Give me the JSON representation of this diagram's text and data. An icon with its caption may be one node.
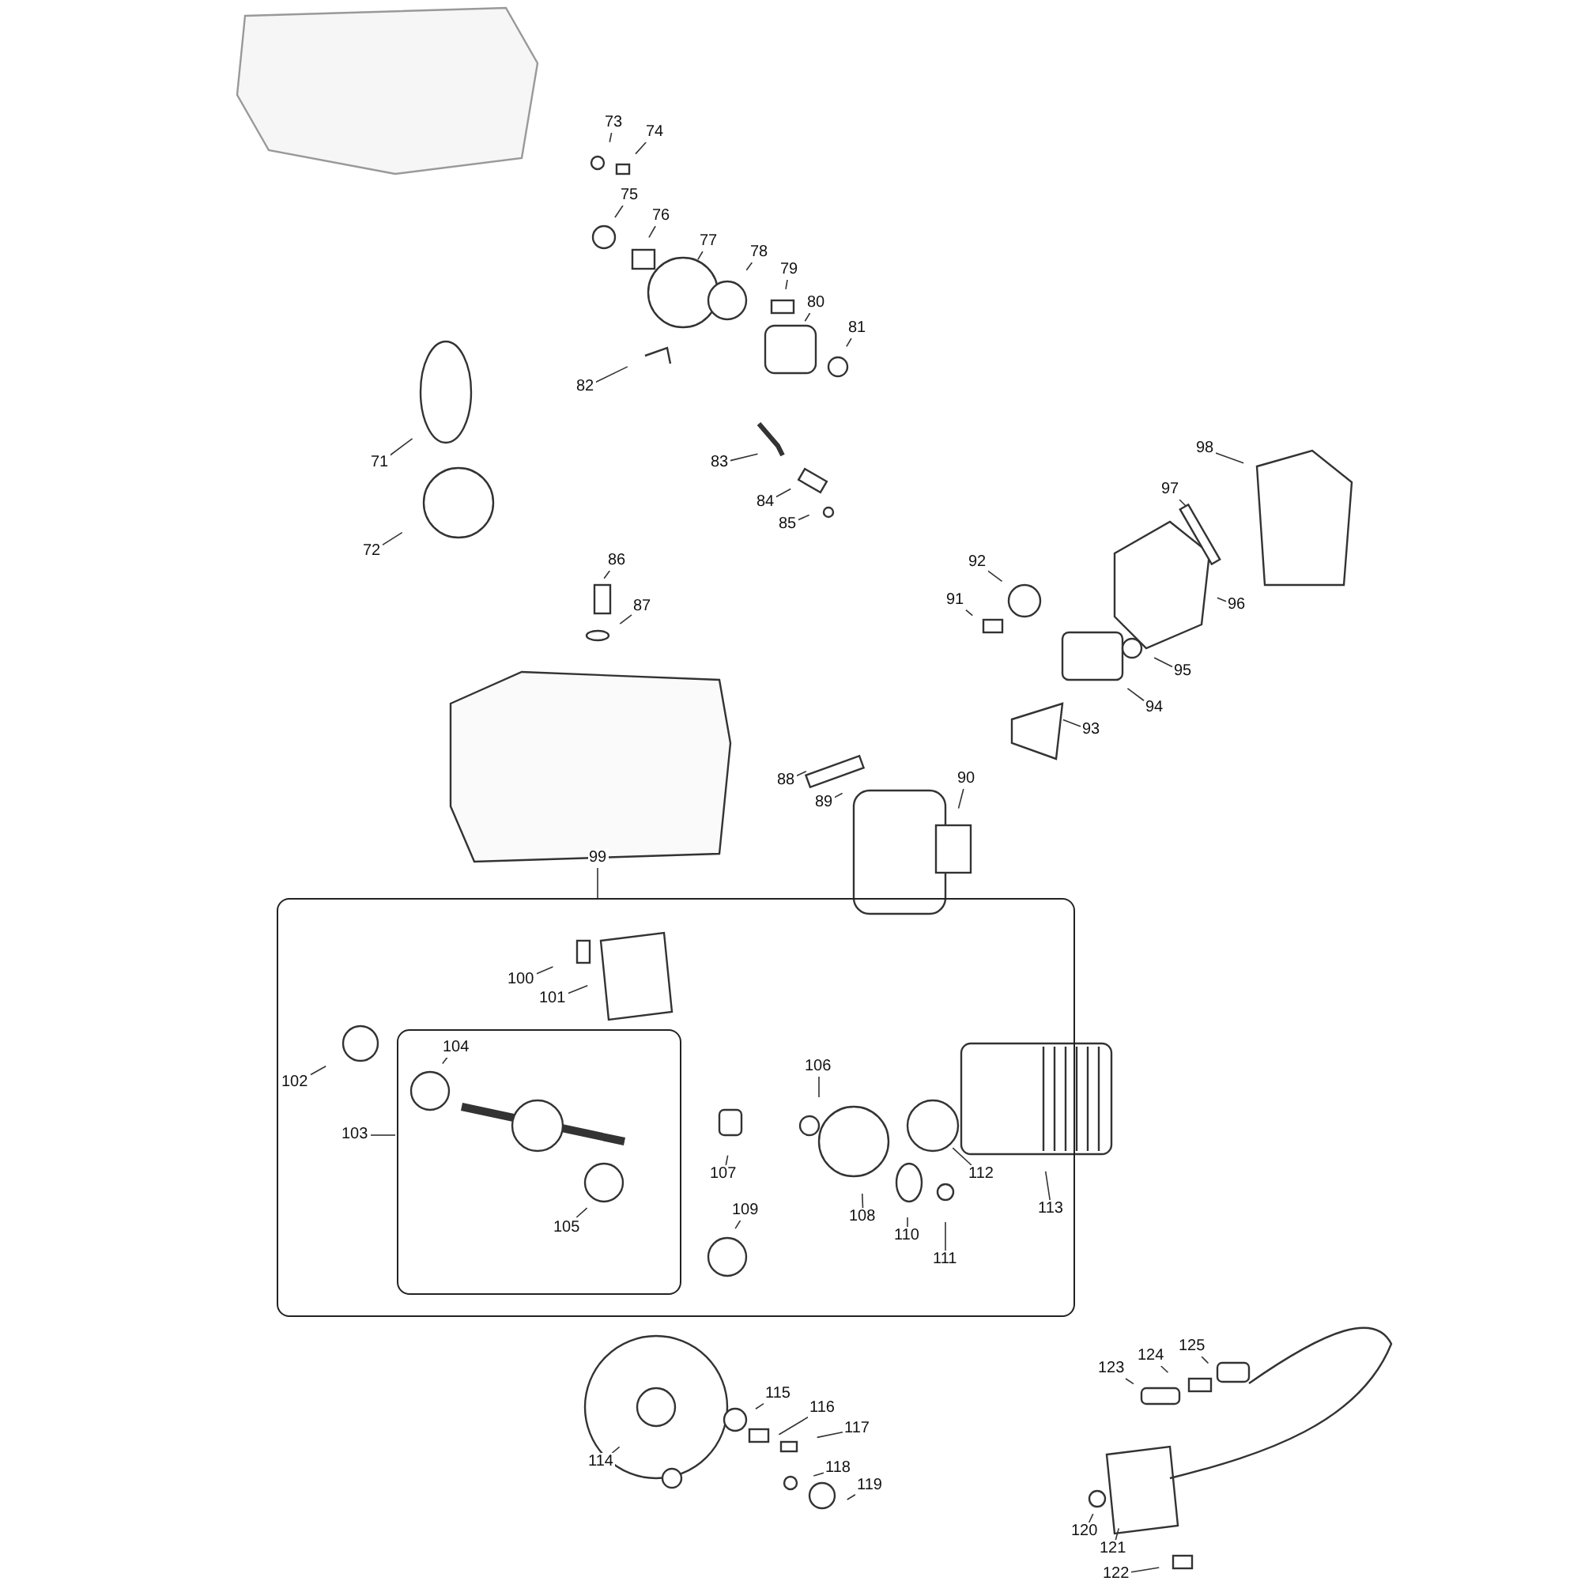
{
  "diagram": {
    "nodes": [
      {
        "text": [],
        "shape": "box"
      },
      {
        "text": [],
        "shape": "box",
        "in": 0
      },
      {
        "text": [
          "71"
        ]
      },
      {
        "text": [
          "72"
        ]
      },
      {
        "text": [
          "73"
        ]
      },
      {
        "text": [
          "74"
        ]
      },
      {
        "text": [
          "75"
        ]
      },
      {
        "text": [
          "76"
        ]
      },
      {
        "text": [
          "77"
        ]
      },
      {
        "text": [
          "78"
        ]
      },
      {
        "text": [
          "79"
        ]
      },
      {
        "text": [
          "80"
        ]
      },
      {
        "text": [
          "81"
        ]
      },
      {
        "text": [
          "82"
        ]
      },
      {
        "text": [
          "83"
        ]
      },
      {
        "text": [
          "84"
        ]
      },
      {
        "text": [
          "85"
        ]
      },
      {
        "text": [
          "86"
        ]
      },
      {
        "text": [
          "87"
        ]
      },
      {
        "text": [
          "88"
        ]
      },
      {
        "text": [
          "89"
        ]
      },
      {
        "text": [
          "90"
        ]
      },
      {
        "text": [
          "91"
        ]
      },
      {
        "text": [
          "92"
        ]
      },
      {
        "text": [
          "93"
        ]
      },
      {
        "text": [
          "94"
        ]
      },
      {
        "text": [
          "95"
        ]
      },
      {
        "text": [
          "96"
        ]
      },
      {
        "text": [
          "97"
        ]
      },
      {
        "text": [
          "98"
        ]
      },
      {
        "text": [
          "99"
        ]
      },
      {
        "text": [
          "100"
        ],
        "in": 0
      },
      {
        "text": [
          "101"
        ],
        "in": 0
      },
      {
        "text": [
          "102"
        ],
        "in": 0
      },
      {
        "text": [
          "103"
        ],
        "in": 0
      },
      {
        "text": [
          "104"
        ],
        "in": 1
      },
      {
        "text": [
          "105"
        ],
        "in": 1
      },
      {
        "text": [
          "106"
        ],
        "in": 0
      },
      {
        "text": [
          "107"
        ],
        "in": 0
      },
      {
        "text": [
          "108"
        ],
        "in": 0
      },
      {
        "text": [
          "109"
        ],
        "in": 0
      },
      {
        "text": [
          "110"
        ],
        "in": 0
      },
      {
        "text": [
          "111"
        ],
        "in": 0
      },
      {
        "text": [
          "112"
        ],
        "in": 0
      },
      {
        "text": [
          "113"
        ],
        "in": 0
      },
      {
        "text": [
          "114"
        ]
      },
      {
        "text": [
          "115"
        ]
      },
      {
        "text": [
          "116"
        ]
      },
      {
        "text": [
          "117"
        ]
      },
      {
        "text": [
          "118"
        ]
      },
      {
        "text": [
          "119"
        ]
      },
      {
        "text": [
          "120"
        ]
      },
      {
        "text": [
          "121"
        ]
      },
      {
        "text": [
          "122"
        ]
      },
      {
        "text": [
          "123"
        ]
      },
      {
        "text": [
          "124"
        ]
      },
      {
        "text": [
          "125"
        ]
      }
    ],
    "edges": [
      {
        "from": 2,
        "to": null,
        "arrow": "none"
      },
      {
        "from": 3,
        "to": null,
        "arrow": "none"
      },
      {
        "from": 4,
        "to": null,
        "arrow": "none"
      },
      {
        "from": 5,
        "to": null,
        "arrow": "none"
      },
      {
        "from": 6,
        "to": null,
        "arrow": "none"
      },
      {
        "from": 7,
        "to": null,
        "arrow": "none"
      },
      {
        "from": 8,
        "to": null,
        "arrow": "none"
      },
      {
        "from": 9,
        "to": null,
        "arrow": "none"
      },
      {
        "from": 10,
        "to": null,
        "arrow": "none"
      },
      {
        "from": 11,
        "to": null,
        "arrow": "none"
      },
      {
        "from": 12,
        "to": null,
        "arrow": "none"
      },
      {
        "from": 13,
        "to": null,
        "arrow": "none"
      },
      {
        "from": 14,
        "to": null,
        "arrow": "none"
      },
      {
        "from": 15,
        "to": null,
        "arrow": "none"
      },
      {
        "from": 16,
        "to": null,
        "arrow": "none"
      },
      {
        "from": 17,
        "to": null,
        "arrow": "none"
      },
      {
        "from": 18,
        "to": null,
        "arrow": "none"
      },
      {
        "from": 19,
        "to": null,
        "arrow": "none"
      },
      {
        "from": 20,
        "to": null,
        "arrow": "none"
      },
      {
        "from": 21,
        "to": null,
        "arrow": "none"
      },
      {
        "from": 22,
        "to": null,
        "arrow": "none"
      },
      {
        "from": 23,
        "to": null,
        "arrow": "none"
      },
      {
        "from": 24,
        "to": null,
        "arrow": "none"
      },
      {
        "from": 25,
        "to": null,
        "arrow": "none"
      },
      {
        "from": 26,
        "to": null,
        "arrow": "none"
      },
      {
        "from": 27,
        "to": null,
        "arrow": "none"
      },
      {
        "from": 28,
        "to": null,
        "arrow": "none"
      },
      {
        "from": 29,
        "to": null,
        "arrow": "none"
      },
      {
        "from": 30,
        "to": 0,
        "arrow": "none"
      },
      {
        "from": 31,
        "to": null,
        "arrow": "none"
      },
      {
        "from": 32,
        "to": null,
        "arrow": "none"
      },
      {
        "from": 33,
        "to": null,
        "arrow": "none"
      },
      {
        "from": 34,
        "to": 1,
        "arrow": "none"
      },
      {
        "from": 35,
        "to": null,
        "arrow": "none"
      },
      {
        "from": 36,
        "to": null,
        "arrow": "none"
      },
      {
        "from": 37,
        "to": null,
        "arrow": "none"
      },
      {
        "from": 38,
        "to": null,
        "arrow": "none"
      },
      {
        "from": 39,
        "to": null,
        "arrow": "none"
      },
      {
        "from": 40,
        "to": null,
        "arrow": "none"
      },
      {
        "from": 41,
        "to": null,
        "arrow": "none"
      },
      {
        "from": 42,
        "to": null,
        "arrow": "none"
      },
      {
        "from": 43,
        "to": null,
        "arrow": "none"
      },
      {
        "from": 44,
        "to": null,
        "arrow": "none"
      },
      {
        "from": 45,
        "to": null,
        "arrow": "none"
      },
      {
        "from": 46,
        "to": null,
        "arrow": "none"
      },
      {
        "from": 47,
        "to": null,
        "arrow": "none"
      },
      {
        "from": 48,
        "to": null,
        "arrow": "none"
      },
      {
        "from": 49,
        "to": null,
        "arrow": "none"
      },
      {
        "from": 50,
        "to": null,
        "arrow": "none"
      },
      {
        "from": 51,
        "to": null,
        "arrow": "none"
      },
      {
        "from": 52,
        "to": null,
        "arrow": "none"
      },
      {
        "from": 53,
        "to": null,
        "arrow": "none"
      },
      {
        "from": 54,
        "to": null,
        "arrow": "none"
      },
      {
        "from": 55,
        "to": null,
        "arrow": "none"
      },
      {
        "from": 56,
        "to": null,
        "arrow": "none"
      }
    ]
  }
}
